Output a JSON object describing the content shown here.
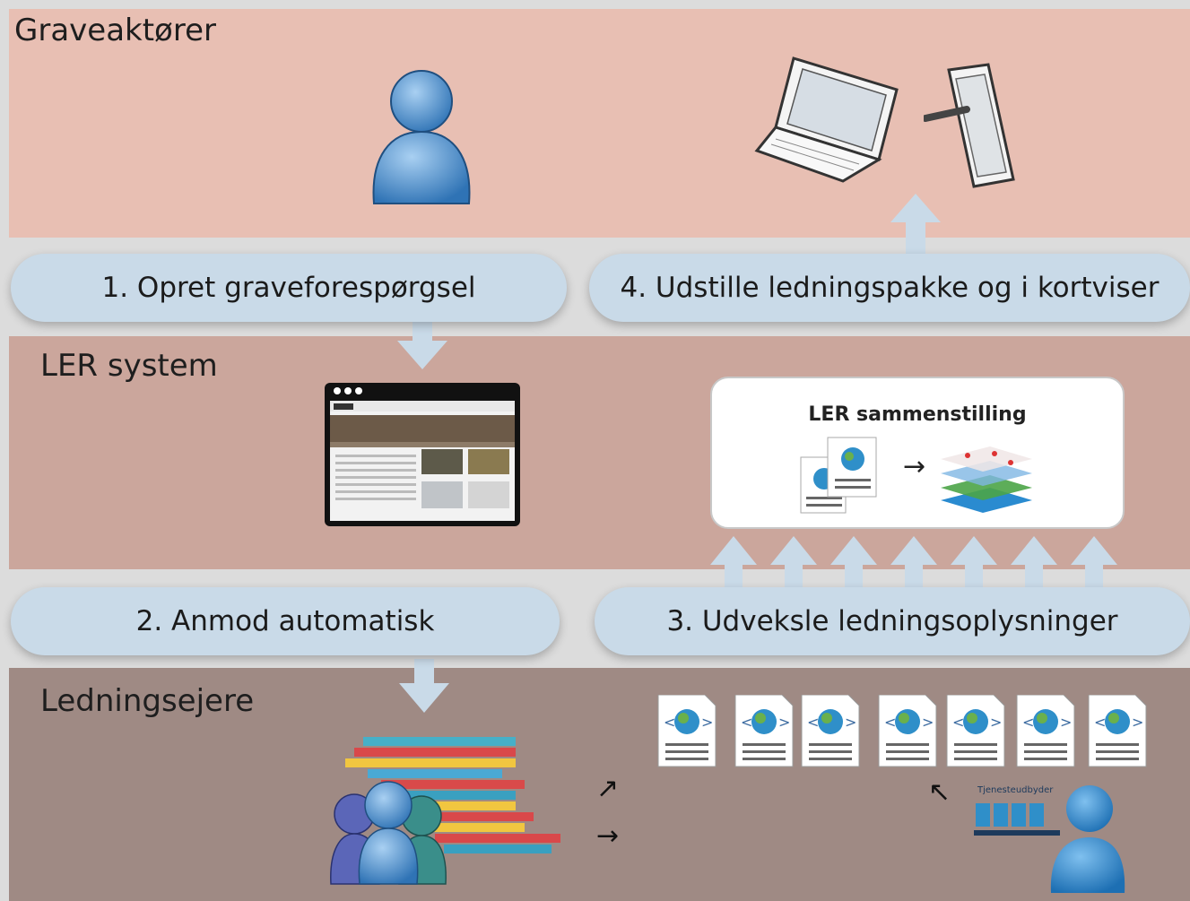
{
  "bands": {
    "top": {
      "title": "Graveaktører"
    },
    "middle": {
      "title": "LER system"
    },
    "bottom": {
      "title": "Ledningsejere"
    }
  },
  "steps": [
    {
      "label": "1. Opret graveforespørgsel"
    },
    {
      "label": "4. Udstille ledningspakke og i kortviser"
    },
    {
      "label": "2. Anmod automatisk"
    },
    {
      "label": "3. Udveksle ledningsoplysninger"
    }
  ],
  "ler_box": {
    "title": "LER sammenstilling"
  },
  "service_provider": {
    "label": "Tjenesteudbyder"
  },
  "colors": {
    "top_band": "#e8bfb3",
    "middle_band": "#cba69c",
    "bottom_band": "#9f8a84",
    "pill": "#c9dae8",
    "arrow": "#c9dae8",
    "person": "#4a8fcf"
  }
}
